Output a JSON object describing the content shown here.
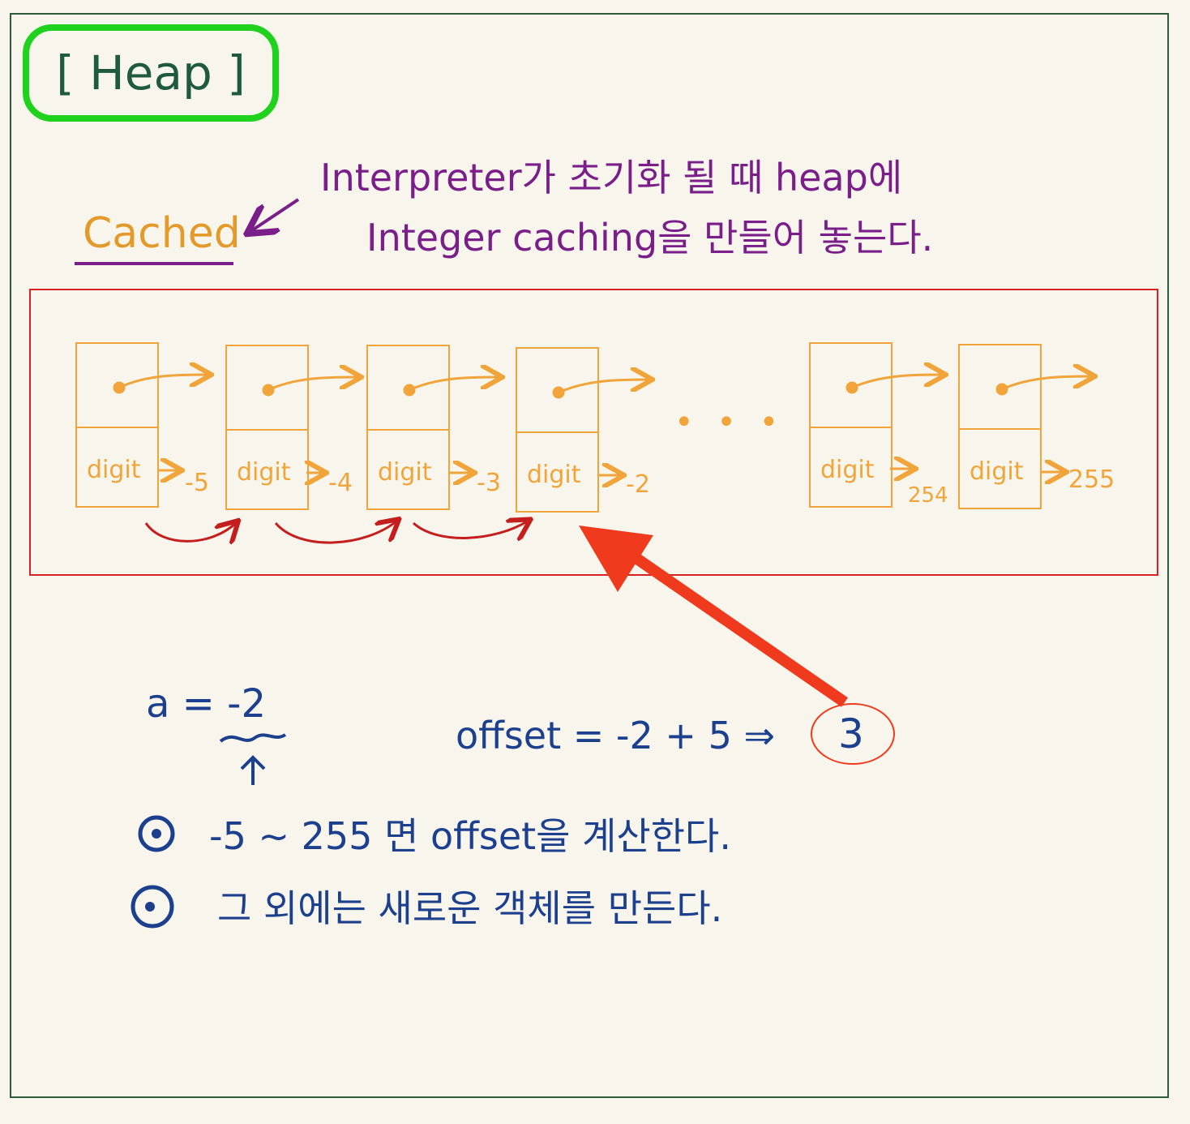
{
  "title": "[ Heap ]",
  "note_line1": "Interpreter가 초기화 될 때 heap에",
  "note_line2": "Integer caching을 만들어 놓는다.",
  "cached_label": "Cached",
  "cells": [
    {
      "label": "digit",
      "value": "-5"
    },
    {
      "label": "digit",
      "value": "-4"
    },
    {
      "label": "digit",
      "value": "-3"
    },
    {
      "label": "digit",
      "value": "-2"
    },
    {
      "label": "digit",
      "value": "254"
    },
    {
      "label": "digit",
      "value": "255"
    }
  ],
  "ellipsis": "• • •",
  "assign": "a = -2",
  "offset_expr": "offset = -2 + 5 ⇒",
  "offset_result": "3",
  "bullet1": "-5 ~ 255 면  offset을 계산한다.",
  "bullet2": "그 외에는  새로운  객체를  만든다.",
  "colors": {
    "title": "#1ed21e",
    "note": "#7a1f8a",
    "cells": "#f0a43a",
    "heap_border": "#d62222",
    "text": "#1c3f8e",
    "pointer": "#f03a1e"
  }
}
